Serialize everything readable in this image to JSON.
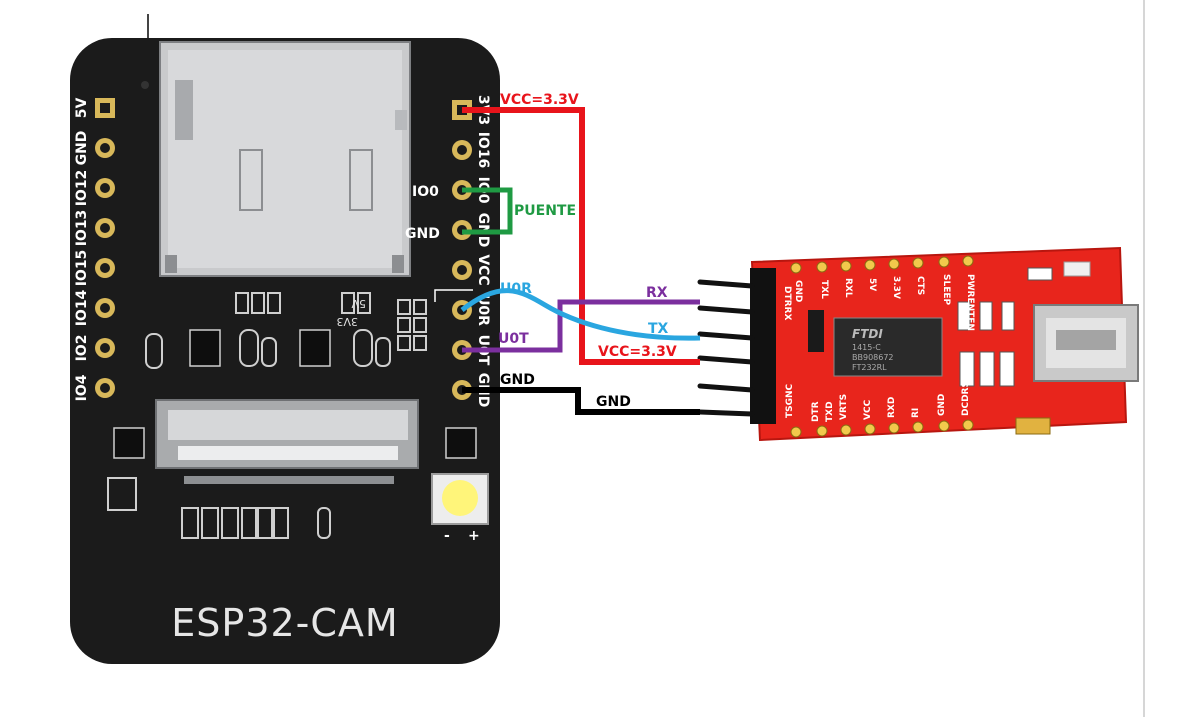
{
  "esp32": {
    "title": "ESP32-CAM",
    "left_pins": [
      "5V",
      "GND",
      "IO12",
      "IO13",
      "IO15",
      "IO14",
      "IO2",
      "IO4"
    ],
    "right_pins": [
      "3V3",
      "IO16",
      "IO0",
      "GND",
      "VCC",
      "U0R",
      "U0T",
      "GND"
    ],
    "silk_5v": "5V",
    "silk_3v3": "3V3",
    "led_minus": "-",
    "led_plus": "+"
  },
  "callouts": {
    "io0": "IO0",
    "gnd": "GND",
    "u0r": "U0R",
    "u0t": "U0T"
  },
  "wires": {
    "vcc_top": "VCC=3.3V",
    "vcc_bottom": "VCC=3.3V",
    "puente": "PUENTE",
    "rx": "RX",
    "tx": "TX",
    "gnd_left": "GND",
    "gnd_right": "GND"
  },
  "ftdi": {
    "top_labels": [
      "GND",
      "TXL",
      "RXL",
      "5V",
      "3.3V",
      "CTS",
      "SLEEP",
      "PWRENTEN"
    ],
    "bottom_labels": [
      "DTR",
      "TXD",
      "VRTS",
      "VCC",
      "RXD",
      "RI",
      "GND",
      "DCDRSD"
    ],
    "side_labels": [
      "DTRRX",
      "TSGNC"
    ],
    "chip_brand": "FTDI",
    "chip_text_1": "1415-C",
    "chip_text_2": "BB908672",
    "chip_text_3": "FT232RL"
  },
  "colors": {
    "vcc_wire": "#e8141b",
    "jumper": "#1f9a43",
    "rx_wire": "#7b2f9e",
    "tx_wire": "#2aa6e0",
    "gnd_wire": "#000000",
    "board": "#1b1b1b",
    "ftdi_board": "#e8251c"
  }
}
